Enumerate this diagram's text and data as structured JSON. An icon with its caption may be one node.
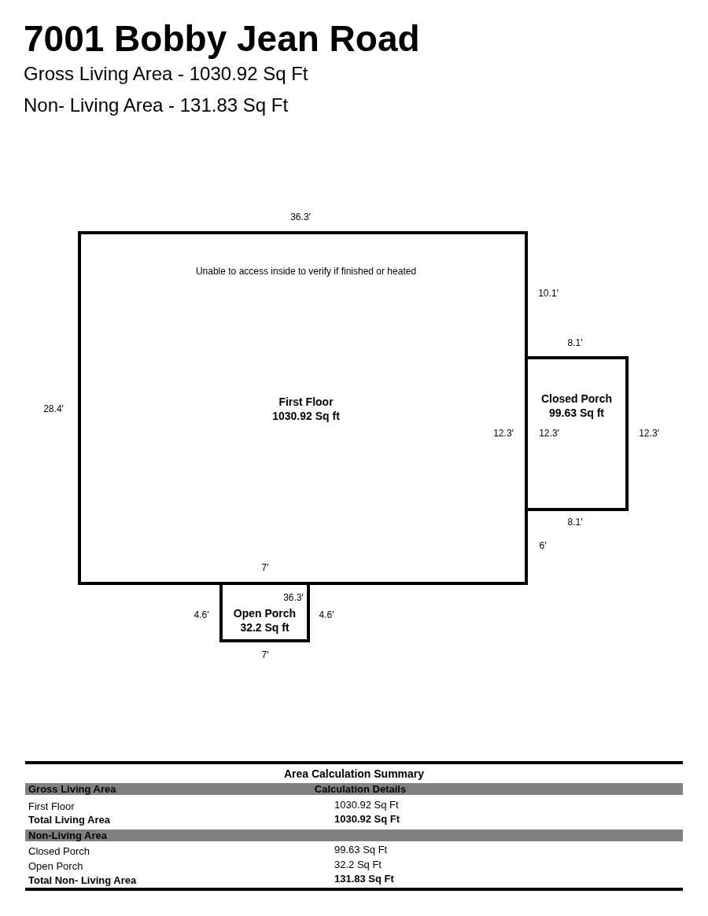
{
  "diagram": {
    "title": "7001 Bobby Jean Road",
    "nodes": [
      {
        "text": [
          "Unable to access inside to verify if finished or heated",
          "First Floor",
          "1030.92 Sq ft"
        ]
      },
      {
        "text": [
          "Closed Porch",
          "99.63 Sq ft"
        ]
      },
      {
        "text": [
          "Open Porch",
          "32.2 Sq ft"
        ]
      }
    ],
    "edges": [],
    "labels": [
      "Gross Living Area - 1030.92 Sq Ft",
      "Non- Living Area - 131.83 Sq Ft",
      "36.3′",
      "10.1′",
      "8.1′",
      "28.4′",
      "12.3′",
      "12.3′",
      "12.3′",
      "8.1′",
      "6′",
      "7′",
      "36.3′",
      "4.6′",
      "4.6′",
      "7′",
      "Area Calculation Summary",
      "Gross Living Area",
      "Calculation Details",
      "First Floor",
      "1030.92 Sq Ft",
      "Total Living Area",
      "1030.92 Sq Ft",
      "Non-Living Area",
      "Closed Porch",
      "99.63 Sq Ft",
      "Open Porch",
      "32.2 Sq Ft",
      "Total Non- Living Area",
      "131.83 Sq Ft"
    ]
  }
}
